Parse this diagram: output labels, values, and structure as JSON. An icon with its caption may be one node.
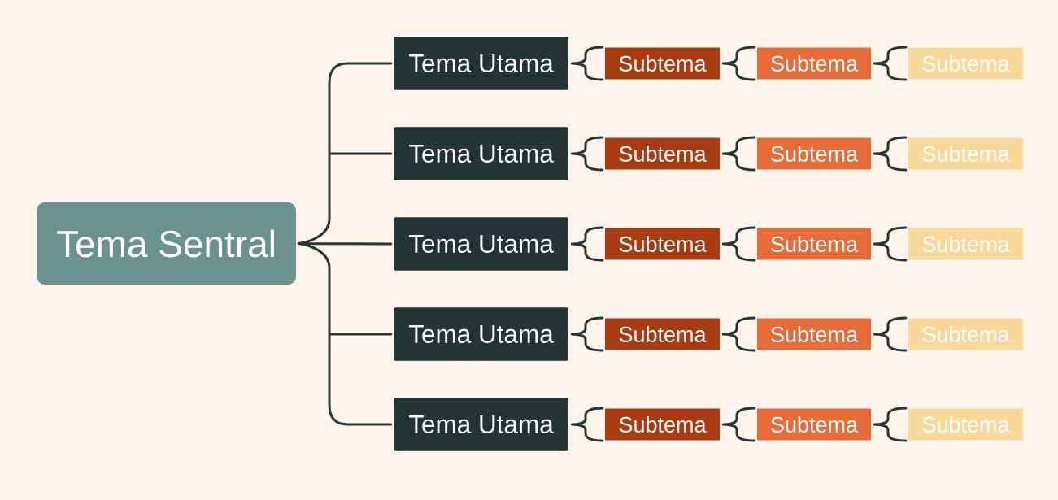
{
  "diagram": {
    "nodes": [
      {
        "text": [
          "Tema Sentral"
        ]
      },
      {
        "text": [
          "Tema Utama"
        ]
      },
      {
        "text": [
          "Subtema"
        ]
      },
      {
        "text": [
          "Subtema"
        ]
      },
      {
        "text": [
          "Subtema"
        ]
      },
      {
        "text": [
          "Tema Utama"
        ]
      },
      {
        "text": [
          "Subtema"
        ]
      },
      {
        "text": [
          "Subtema"
        ]
      },
      {
        "text": [
          "Subtema"
        ]
      },
      {
        "text": [
          "Tema Utama"
        ]
      },
      {
        "text": [
          "Subtema"
        ]
      },
      {
        "text": [
          "Subtema"
        ]
      },
      {
        "text": [
          "Subtema"
        ]
      },
      {
        "text": [
          "Tema Utama"
        ]
      },
      {
        "text": [
          "Subtema"
        ]
      },
      {
        "text": [
          "Subtema"
        ]
      },
      {
        "text": [
          "Subtema"
        ]
      },
      {
        "text": [
          "Tema Utama"
        ]
      },
      {
        "text": [
          "Subtema"
        ]
      },
      {
        "text": [
          "Subtema"
        ]
      },
      {
        "text": [
          "Subtema"
        ]
      }
    ],
    "edges": [
      {
        "from": 0,
        "to": 1,
        "arrow": "none"
      },
      {
        "from": 0,
        "to": 5,
        "arrow": "none"
      },
      {
        "from": 0,
        "to": 9,
        "arrow": "none"
      },
      {
        "from": 0,
        "to": 13,
        "arrow": "none"
      },
      {
        "from": 0,
        "to": 17,
        "arrow": "none"
      },
      {
        "from": 1,
        "to": 2,
        "arrow": "none"
      },
      {
        "from": 2,
        "to": 3,
        "arrow": "none"
      },
      {
        "from": 3,
        "to": 4,
        "arrow": "none"
      },
      {
        "from": 5,
        "to": 6,
        "arrow": "none"
      },
      {
        "from": 6,
        "to": 7,
        "arrow": "none"
      },
      {
        "from": 7,
        "to": 8,
        "arrow": "none"
      },
      {
        "from": 9,
        "to": 10,
        "arrow": "none"
      },
      {
        "from": 10,
        "to": 11,
        "arrow": "none"
      },
      {
        "from": 11,
        "to": 12,
        "arrow": "none"
      },
      {
        "from": 13,
        "to": 14,
        "arrow": "none"
      },
      {
        "from": 14,
        "to": 15,
        "arrow": "none"
      },
      {
        "from": 15,
        "to": 16,
        "arrow": "none"
      },
      {
        "from": 17,
        "to": 18,
        "arrow": "none"
      },
      {
        "from": 18,
        "to": 19,
        "arrow": "none"
      },
      {
        "from": 19,
        "to": 20,
        "arrow": "none"
      }
    ]
  }
}
